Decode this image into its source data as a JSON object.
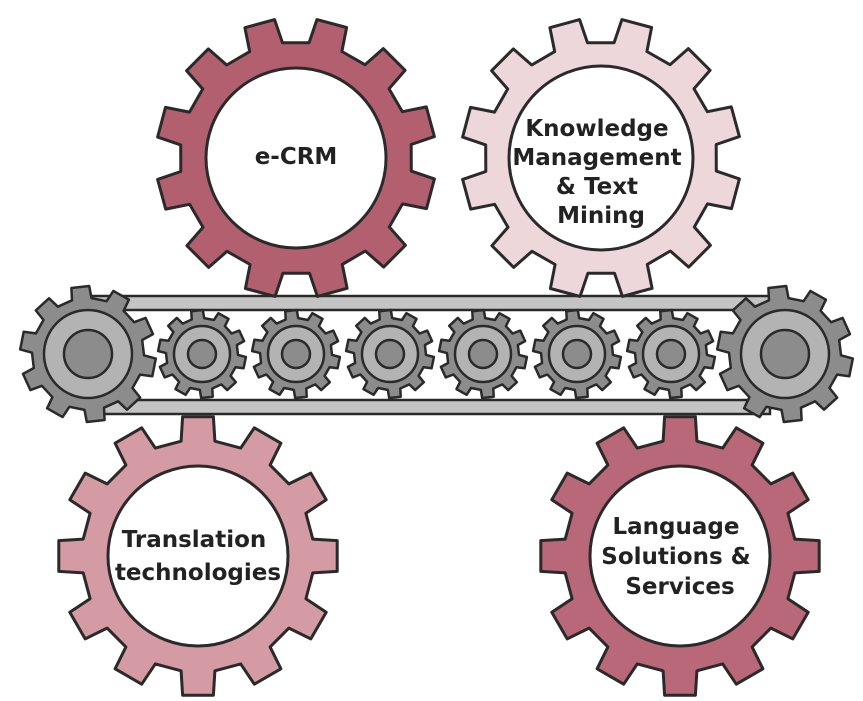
{
  "colors": {
    "ecrm": "#b25f70",
    "knowledge": "#edd7da",
    "translation": "#d59ba4",
    "language": "#b86878",
    "machine": "#8c8c8c",
    "machine_light": "#b3b3b3",
    "outline": "#2a2a2a",
    "text": "#222222"
  },
  "gears": [
    {
      "id": "ecrm",
      "label_lines": [
        "e-CRM"
      ]
    },
    {
      "id": "knowledge",
      "label_lines": [
        "Knowledge",
        "Management",
        "& Text",
        "Mining"
      ]
    },
    {
      "id": "translation",
      "label_lines": [
        "Translation",
        "technologies"
      ]
    },
    {
      "id": "language",
      "label_lines": [
        "Language",
        "Solutions &",
        "Services"
      ]
    }
  ],
  "conveyor": {
    "small_gear_count": 6,
    "end_gear_count": 2,
    "icon": "conveyor-belt-icon"
  }
}
